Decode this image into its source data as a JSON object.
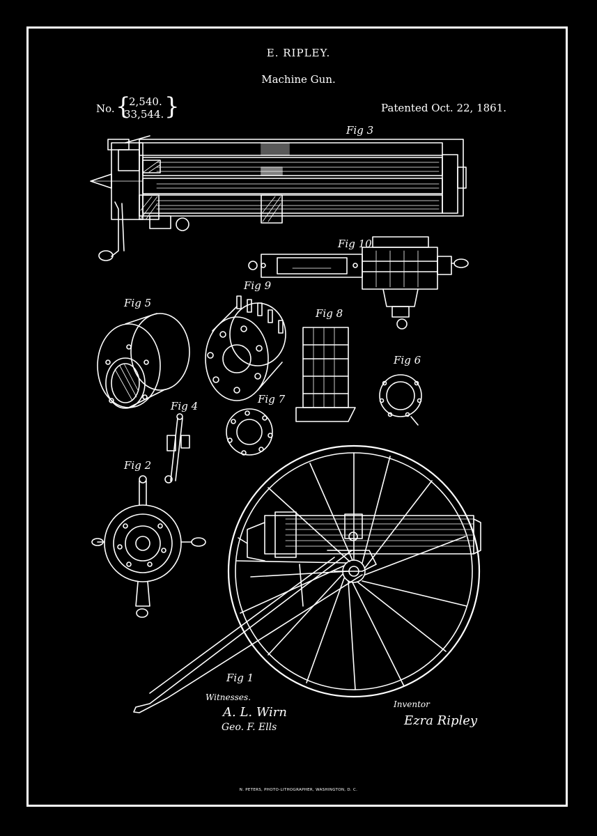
{
  "patent": {
    "inventor_name": "E. RIPLEY.",
    "title": "Machine Gun.",
    "number_label": "No.",
    "numbers": [
      "2,540.",
      "33,544."
    ],
    "patented": "Patented Oct. 22, 1861."
  },
  "figures": {
    "fig1": "Fig 1",
    "fig2": "Fig 2",
    "fig3": "Fig 3",
    "fig4": "Fig 4",
    "fig5": "Fig 5",
    "fig6": "Fig 6",
    "fig7": "Fig 7",
    "fig8": "Fig 8",
    "fig9": "Fig 9",
    "fig10": "Fig 10"
  },
  "signatures": {
    "witnesses_label": "Witnesses.",
    "witness_1": "A. L. Wirn",
    "witness_2": "Geo. F. Ells",
    "inventor_label": "Inventor",
    "inventor_signature": "Ezra Ripley"
  },
  "footer": {
    "printer": "N. PETERS, PHOTO-LITHOGRAPHER, WASHINGTON, D. C."
  },
  "colors": {
    "background": "#000000",
    "ink": "#ffffff"
  }
}
